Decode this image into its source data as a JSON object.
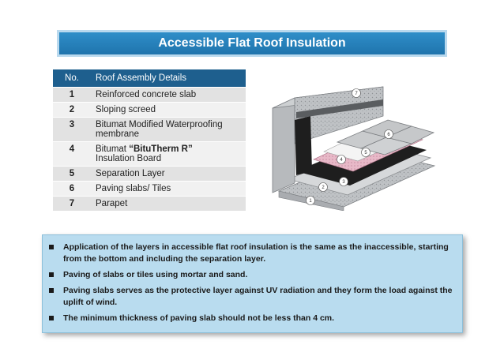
{
  "title": "Accessible Flat Roof Insulation",
  "table": {
    "headers": {
      "no": "No.",
      "details": "Roof Assembly Details"
    },
    "rows": [
      {
        "no": "1",
        "detail": "Reinforced concrete slab"
      },
      {
        "no": "2",
        "detail": "Sloping screed"
      },
      {
        "no": "3",
        "detail": "Bitumat Modified Waterproofing membrane"
      },
      {
        "no": "4",
        "detail_prefix": "Bitumat ",
        "detail_bold": "“BituTherm R”",
        "detail_suffix": "Insulation Board"
      },
      {
        "no": "5",
        "detail": "Separation Layer"
      },
      {
        "no": "6",
        "detail": "Paving slabs/ Tiles"
      },
      {
        "no": "7",
        "detail": "Parapet"
      }
    ]
  },
  "figure": {
    "markers": [
      "1",
      "2",
      "3",
      "4",
      "5",
      "6",
      "7"
    ]
  },
  "notes": [
    "Application of the layers in accessible flat roof insulation is the same as the inaccessible, starting from the bottom and including the separation layer.",
    "Paving of slabs or tiles using mortar and sand.",
    "Paving slabs serves as the protective layer against UV radiation and they form the load against the uplift of wind.",
    "The minimum thickness of paving slab should not be less than 4 cm."
  ]
}
